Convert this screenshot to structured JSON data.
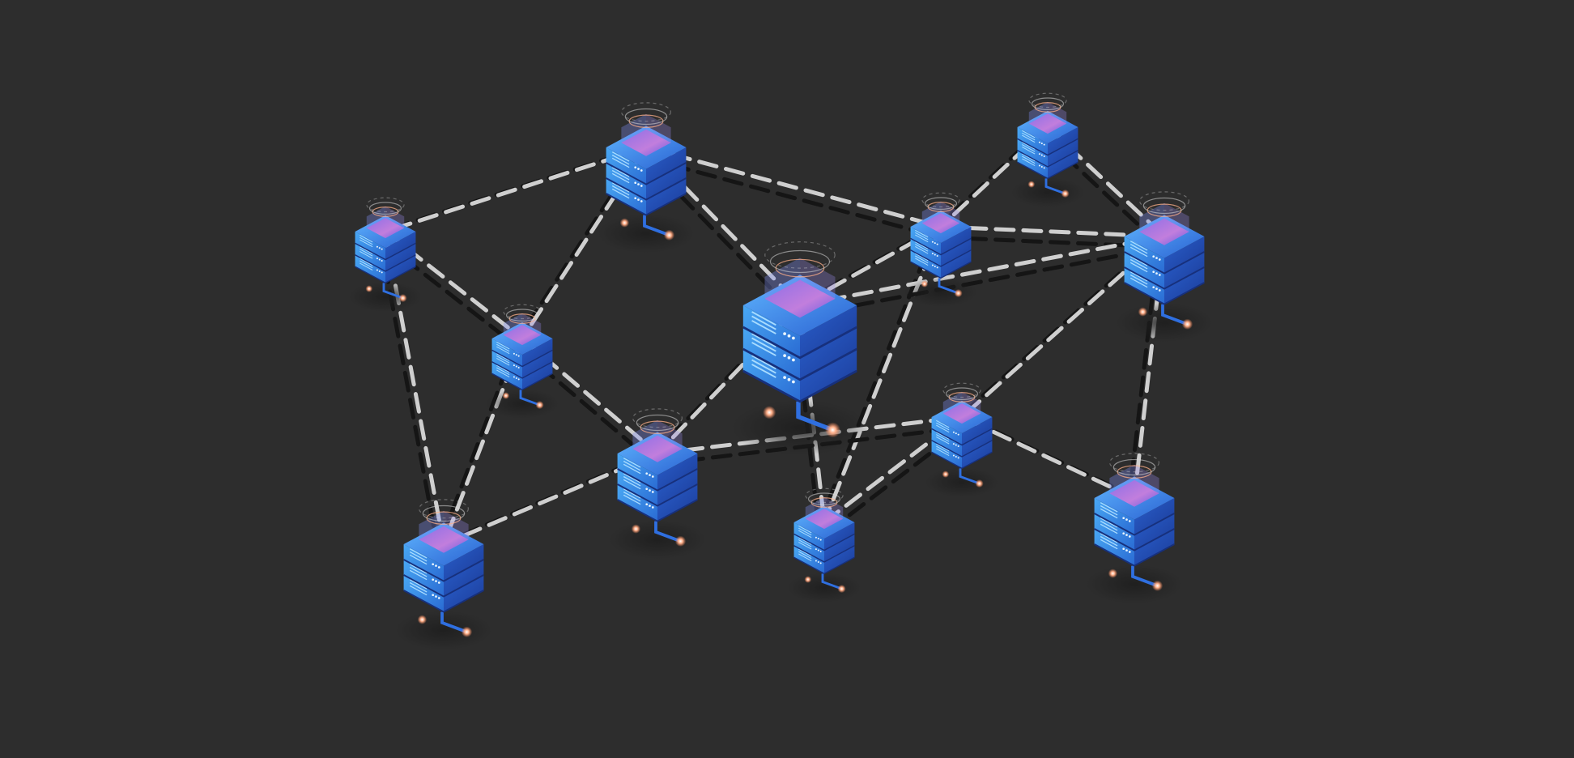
{
  "illustration": {
    "subject": "network-of-servers",
    "colors": {
      "background": "#2d2d2d",
      "server_light": "#4aa0f0",
      "server_mid": "#2c6fd6",
      "server_dark": "#1d3f9e",
      "top_face_glow": "#c27be0",
      "link_light": "#cfcfcf",
      "link_dark": "#151515",
      "spark": "#ffb08a"
    },
    "servers": [
      {
        "id": "s1",
        "layers": 3,
        "size": "medium"
      },
      {
        "id": "s2",
        "layers": 3,
        "size": "small"
      },
      {
        "id": "s3",
        "layers": 3,
        "size": "small"
      },
      {
        "id": "s4",
        "layers": 3,
        "size": "small"
      },
      {
        "id": "s5",
        "layers": 3,
        "size": "small"
      },
      {
        "id": "s6",
        "layers": 3,
        "size": "large"
      },
      {
        "id": "s7",
        "layers": 3,
        "size": "medium"
      },
      {
        "id": "s8",
        "layers": 3,
        "size": "medium"
      },
      {
        "id": "s9",
        "layers": 3,
        "size": "medium"
      },
      {
        "id": "s10",
        "layers": 3,
        "size": "small"
      },
      {
        "id": "s11",
        "layers": 3,
        "size": "medium"
      },
      {
        "id": "s12",
        "layers": 3,
        "size": "small"
      }
    ],
    "links": [
      [
        "s1",
        "s2"
      ],
      [
        "s1",
        "s4"
      ],
      [
        "s1",
        "s6"
      ],
      [
        "s1",
        "s5"
      ],
      [
        "s2",
        "s4"
      ],
      [
        "s2",
        "s9"
      ],
      [
        "s3",
        "s5"
      ],
      [
        "s3",
        "s7"
      ],
      [
        "s4",
        "s8"
      ],
      [
        "s4",
        "s9"
      ],
      [
        "s5",
        "s7"
      ],
      [
        "s5",
        "s6"
      ],
      [
        "s5",
        "s10"
      ],
      [
        "s6",
        "s8"
      ],
      [
        "s6",
        "s7"
      ],
      [
        "s6",
        "s10"
      ],
      [
        "s7",
        "s11"
      ],
      [
        "s7",
        "s12"
      ],
      [
        "s8",
        "s12"
      ],
      [
        "s8",
        "s9"
      ],
      [
        "s10",
        "s12"
      ],
      [
        "s11",
        "s12"
      ]
    ]
  }
}
